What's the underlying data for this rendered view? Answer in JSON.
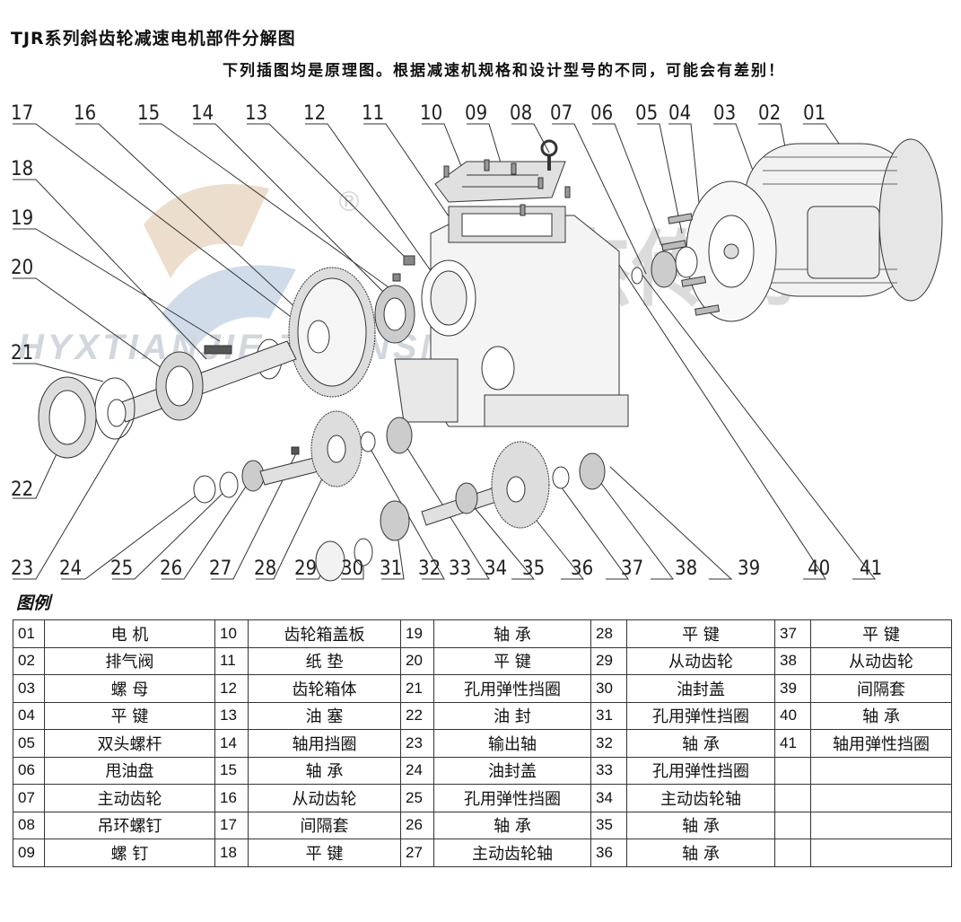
{
  "header": {
    "title": "TJR系列斜齿轮减速电机部件分解图",
    "subtitle": "下列插图均是原理图。根据减速机规格和设计型号的不同，可能会有差别！"
  },
  "watermark": {
    "brand_en": "HYXTIANJIE TRANSMISSION",
    "brand_cn": "天杰传动",
    "registered": "®"
  },
  "diagram": {
    "callouts_top": [
      "17",
      "16",
      "15",
      "14",
      "13",
      "12",
      "11",
      "10",
      "09",
      "08",
      "07",
      "06",
      "05",
      "04",
      "03",
      "02",
      "01"
    ],
    "callouts_left": [
      "18",
      "19",
      "20",
      "21",
      "22"
    ],
    "callouts_bottom": [
      "23",
      "24",
      "25",
      "26",
      "27",
      "28",
      "29",
      "30",
      "31",
      "32",
      "33",
      "34",
      "35",
      "36",
      "37",
      "38",
      "39",
      "40",
      "41"
    ]
  },
  "legend": {
    "title": "图例",
    "rows": [
      [
        [
          "01",
          "电 机"
        ],
        [
          "10",
          "齿轮箱盖板"
        ],
        [
          "19",
          "轴 承"
        ],
        [
          "28",
          "平 键"
        ],
        [
          "37",
          "平 键"
        ]
      ],
      [
        [
          "02",
          "排气阀"
        ],
        [
          "11",
          "纸 垫"
        ],
        [
          "20",
          "平 键"
        ],
        [
          "29",
          "从动齿轮"
        ],
        [
          "38",
          "从动齿轮"
        ]
      ],
      [
        [
          "03",
          "螺 母"
        ],
        [
          "12",
          "齿轮箱体"
        ],
        [
          "21",
          "孔用弹性挡圈"
        ],
        [
          "30",
          "油封盖"
        ],
        [
          "39",
          "间隔套"
        ]
      ],
      [
        [
          "04",
          "平 键"
        ],
        [
          "13",
          "油 塞"
        ],
        [
          "22",
          "油 封"
        ],
        [
          "31",
          "孔用弹性挡圈"
        ],
        [
          "40",
          "轴 承"
        ]
      ],
      [
        [
          "05",
          "双头螺杆"
        ],
        [
          "14",
          "轴用挡圈"
        ],
        [
          "23",
          "输出轴"
        ],
        [
          "32",
          "轴 承"
        ],
        [
          "41",
          "轴用弹性挡圈"
        ]
      ],
      [
        [
          "06",
          "甩油盘"
        ],
        [
          "15",
          "轴 承"
        ],
        [
          "24",
          "油封盖"
        ],
        [
          "33",
          "孔用弹性挡圈"
        ],
        [
          "",
          ""
        ]
      ],
      [
        [
          "07",
          "主动齿轮"
        ],
        [
          "16",
          "从动齿轮"
        ],
        [
          "25",
          "孔用弹性挡圈"
        ],
        [
          "34",
          "主动齿轮轴"
        ],
        [
          "",
          ""
        ]
      ],
      [
        [
          "08",
          "吊环螺钉"
        ],
        [
          "17",
          "间隔套"
        ],
        [
          "26",
          "轴 承"
        ],
        [
          "35",
          "轴 承"
        ],
        [
          "",
          ""
        ]
      ],
      [
        [
          "09",
          "螺 钉"
        ],
        [
          "18",
          "平 键"
        ],
        [
          "27",
          "主动齿轮轴"
        ],
        [
          "36",
          "轴 承"
        ],
        [
          "",
          ""
        ]
      ]
    ]
  }
}
